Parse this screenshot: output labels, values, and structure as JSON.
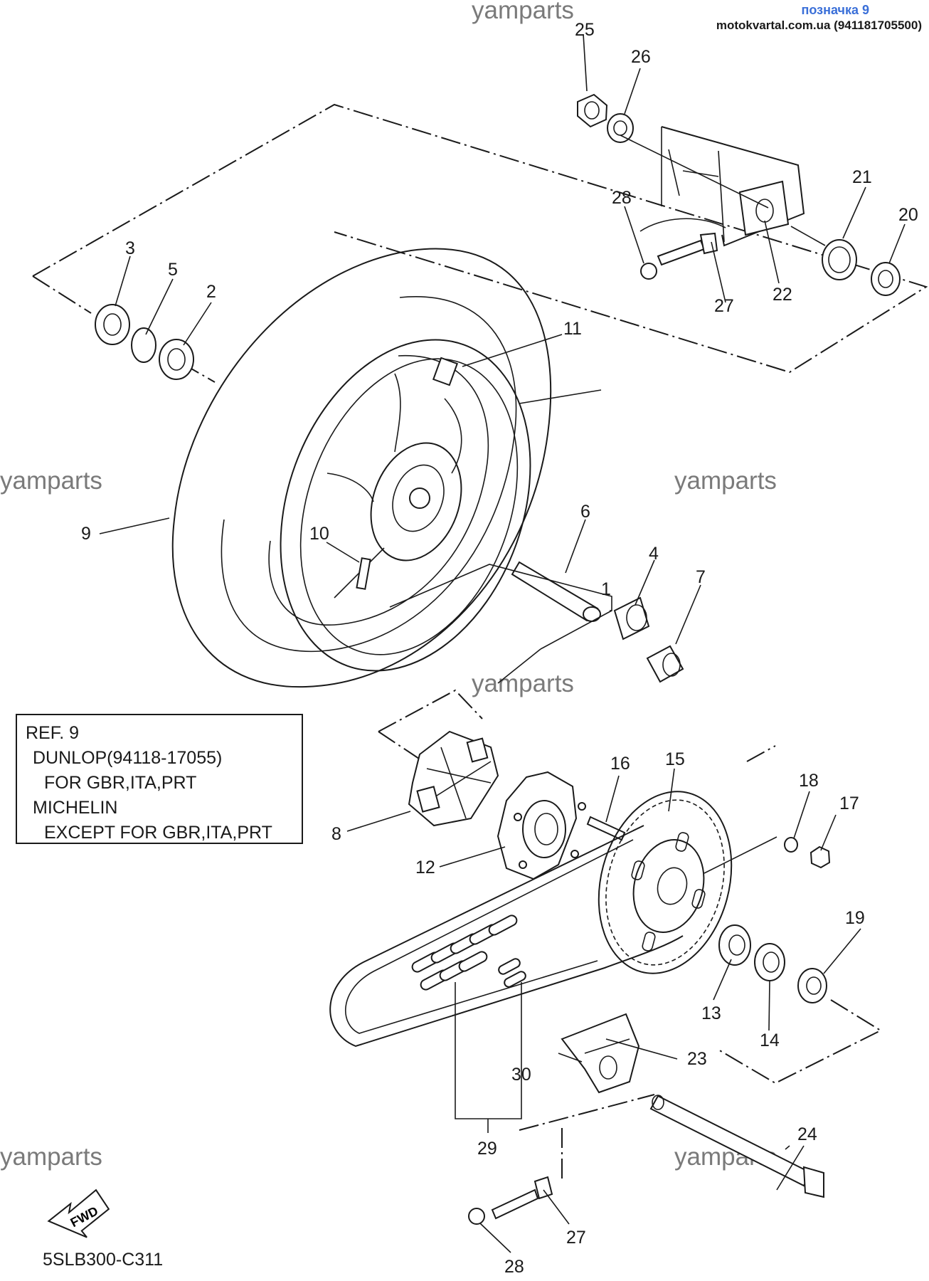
{
  "header": {
    "title": "позначка 9",
    "subtitle": "motokvartal.com.ua (941181705500)"
  },
  "watermark": "yamparts",
  "ref_box": {
    "line1": "REF. 9",
    "line2": "DUNLOP(94118-17055)",
    "line3": "FOR GBR,ITA,PRT",
    "line4": "MICHELIN",
    "line5": "EXCEPT FOR GBR,ITA,PRT"
  },
  "fwd_label": "FWD",
  "diagram_code": "5SLB300-C311",
  "callouts": {
    "c1": "1",
    "c2": "2",
    "c3": "3",
    "c4": "4",
    "c5": "5",
    "c6": "6",
    "c7": "7",
    "c8": "8",
    "c9": "9",
    "c10": "10",
    "c11": "11",
    "c12": "12",
    "c13": "13",
    "c14": "14",
    "c15": "15",
    "c16": "16",
    "c17": "17",
    "c18": "18",
    "c19": "19",
    "c20": "20",
    "c21": "21",
    "c22": "22",
    "c23": "23",
    "c24": "24",
    "c25": "25",
    "c26": "26",
    "c27": "27",
    "c28": "28",
    "c29": "29",
    "c30": "30"
  }
}
